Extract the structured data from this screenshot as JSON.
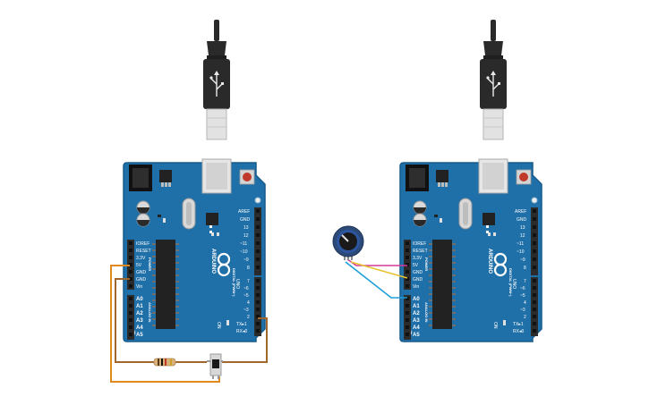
{
  "boards": [
    {
      "name": "Arduino Uno",
      "logo_text": "ARDUINO",
      "model": "UNO",
      "power_header": [
        "IOREF",
        "RESET",
        "3.3V",
        "5V",
        "GND",
        "GND",
        "Vin"
      ],
      "power_label": "POWER",
      "analog_pins": [
        "A0",
        "A1",
        "A2",
        "A3",
        "A4",
        "A5"
      ],
      "analog_label": "ANALOG IN",
      "digital_top": [
        "AREF",
        "GND",
        "13",
        "12",
        "~11",
        "~10",
        "~9",
        "8"
      ],
      "digital_bottom": [
        "7",
        "~6",
        "~5",
        "4",
        "~3",
        "2",
        "TX▸1",
        "RX◂0"
      ],
      "digital_label": "DIGITAL (PWM~)",
      "on_label": "ON"
    },
    {
      "name": "Arduino Uno",
      "logo_text": "ARDUINO",
      "model": "UNO",
      "power_header": [
        "IOREF",
        "RESET",
        "3.3V",
        "5V",
        "GND",
        "GND",
        "Vin"
      ],
      "power_label": "POWER",
      "analog_pins": [
        "A0",
        "A1",
        "A2",
        "A3",
        "A4",
        "A5"
      ],
      "analog_label": "ANALOG IN",
      "digital_top": [
        "AREF",
        "GND",
        "13",
        "12",
        "~11",
        "~10",
        "~9",
        "8"
      ],
      "digital_bottom": [
        "7",
        "~6",
        "~5",
        "4",
        "~3",
        "2",
        "TX▸1",
        "RX◂0"
      ],
      "digital_label": "DIGITAL (PWM~)",
      "on_label": "ON"
    }
  ],
  "components": {
    "left": [
      "usb-cable",
      "resistor",
      "pushbutton"
    ],
    "right": [
      "usb-cable",
      "potentiometer"
    ]
  },
  "wire_colors": {
    "orange": "#e08a1e",
    "brown": "#a0662c",
    "magenta": "#d4399b",
    "yellow": "#e8c22e",
    "cyan": "#1d9fd8"
  },
  "colors": {
    "board": "#1f6fa8",
    "board_edge": "#175b8c",
    "header": "#2b2b2b",
    "chip": "#222222",
    "cable": "#2a2a2a"
  }
}
